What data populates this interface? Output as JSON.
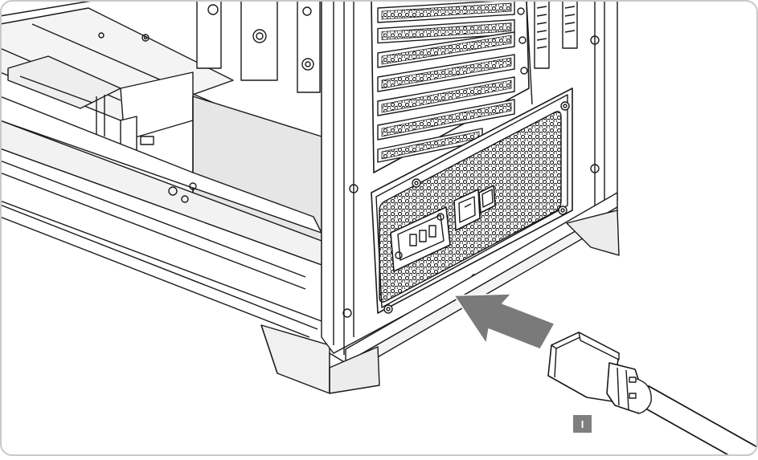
{
  "figure": {
    "subject": "pc-case-rear-power-supply",
    "callout": {
      "label": "I",
      "color": "#7f7f7f",
      "text_color": "#ffffff"
    },
    "arrow": {
      "color": "#7a7a7a",
      "direction": "toward-psu-inlet"
    },
    "frame_color": "#c9c9c9",
    "line_color": "#1a1a1a",
    "shade_color": "#e6e6e6"
  }
}
